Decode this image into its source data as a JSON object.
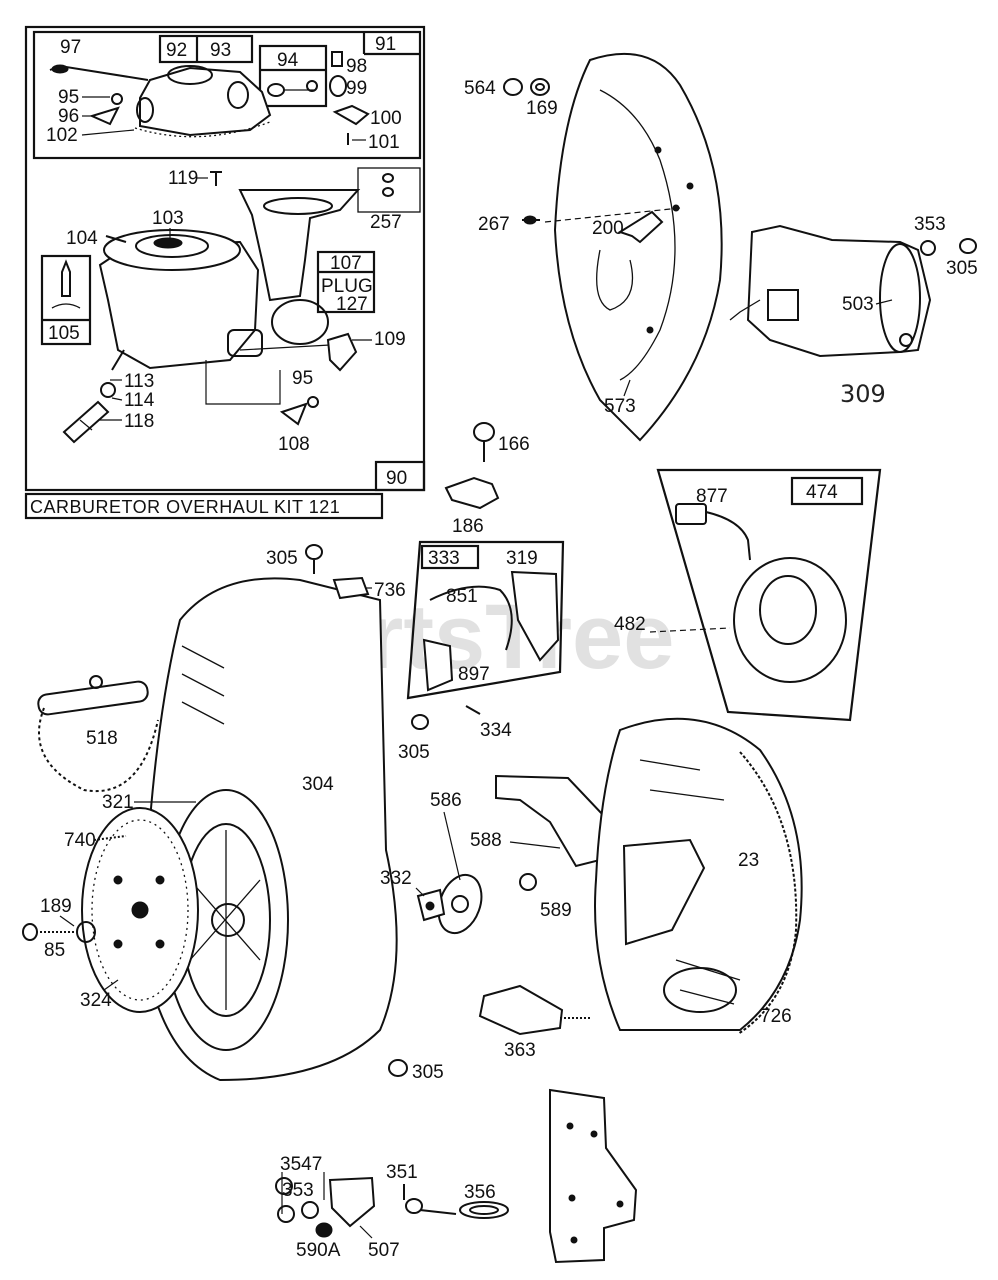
{
  "watermark": "PartsTree",
  "kit_title": "CARBURETOR OVERHAUL KIT 121",
  "handwritten_label": "309",
  "box_labels": {
    "b91": "91",
    "b92": "92",
    "b93": "93",
    "b94": "94",
    "b105": "105",
    "b107": "107",
    "b90": "90",
    "b333": "333",
    "b474": "474"
  },
  "plug_label": "PLUG",
  "parts": {
    "p97": "97",
    "p95a": "95",
    "p96": "96",
    "p102": "102",
    "p98": "98",
    "p99": "99",
    "p100": "100",
    "p101": "101",
    "p119": "119",
    "p257": "257",
    "p103": "103",
    "p104": "104",
    "p127": "127",
    "p109": "109",
    "p113": "113",
    "p114": "114",
    "p118": "118",
    "p95b": "95",
    "p108": "108",
    "p564": "564",
    "p169": "169",
    "p267": "267",
    "p200": "200",
    "p573": "573",
    "p353a": "353",
    "p305a": "305",
    "p503": "503",
    "p166": "166",
    "p186": "186",
    "p877": "877",
    "p482": "482",
    "p305b": "305",
    "p736": "736",
    "p319": "319",
    "p851": "851",
    "p897": "897",
    "p334": "334",
    "p305c": "305",
    "p518": "518",
    "p304": "304",
    "p321": "321",
    "p740": "740",
    "p189": "189",
    "p85": "85",
    "p324": "324",
    "p586": "586",
    "p588": "588",
    "p332": "332",
    "p589": "589",
    "p23": "23",
    "p363": "363",
    "p726": "726",
    "p305d": "305",
    "p3547": "3547",
    "p353b": "353",
    "p351": "351",
    "p356": "356",
    "p590a": "590A",
    "p507": "507"
  }
}
